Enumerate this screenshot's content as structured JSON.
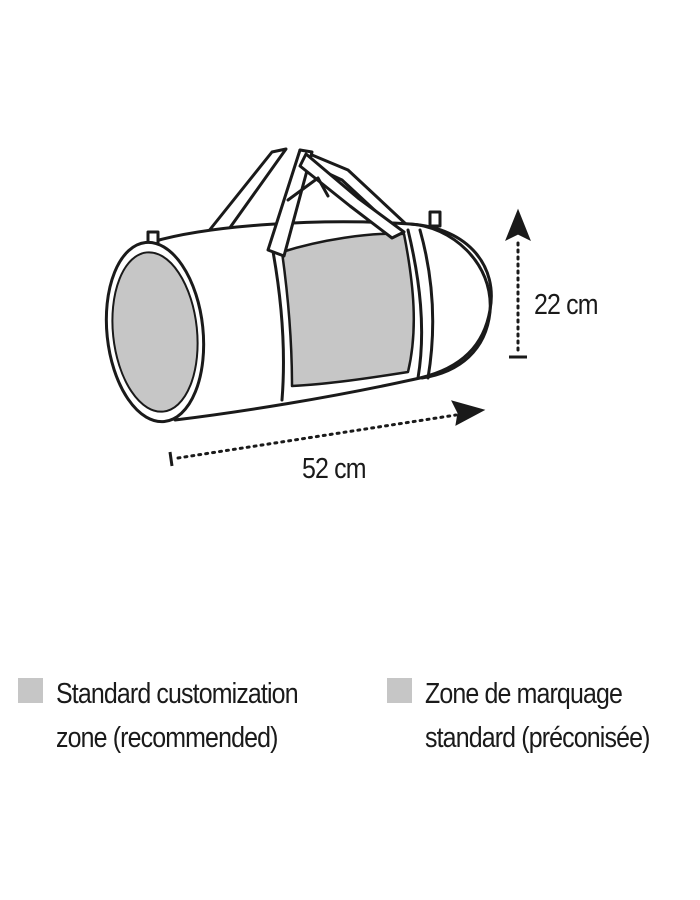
{
  "colors": {
    "zone": "#c6c6c6",
    "outline": "#1a1a1a",
    "background": "#ffffff"
  },
  "dimensions": {
    "height_label": "22 cm",
    "length_label": "52 cm"
  },
  "legend": {
    "en": {
      "line1": "Standard customization",
      "line2": "zone (recommended)"
    },
    "fr": {
      "line1": "Zone de marquage",
      "line2": "standard (préconisée)"
    }
  }
}
